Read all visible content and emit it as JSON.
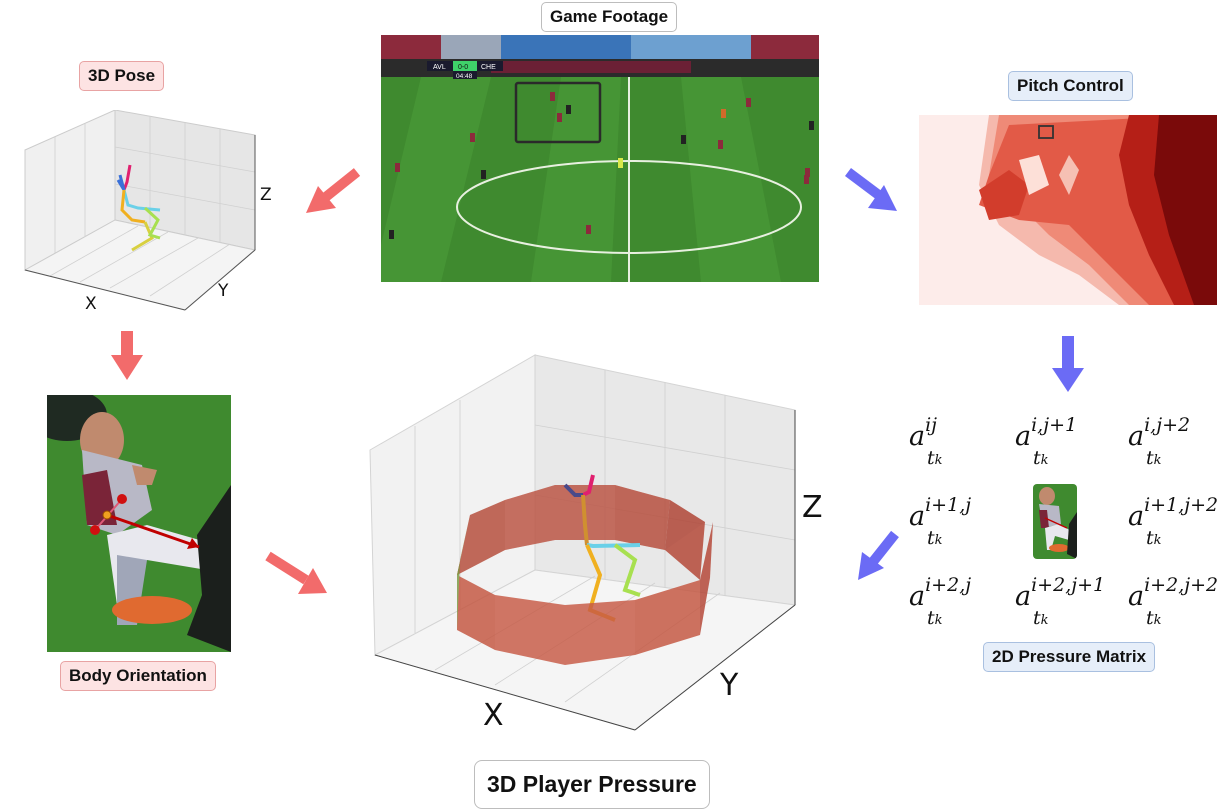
{
  "labels": {
    "game_footage": "Game Footage",
    "pose_3d": "3D Pose",
    "pitch_control": "Pitch Control",
    "body_orientation": "Body Orientation",
    "pressure_matrix": "2D Pressure Matrix",
    "player_pressure": "3D Player Pressure"
  },
  "scoreboard": {
    "home": "AVL",
    "score": "0-0",
    "away": "CHE",
    "clock": "04:48"
  },
  "pose_axes": {
    "x": "X",
    "y": "Y",
    "z": "Z"
  },
  "pressure_axes": {
    "x": "X",
    "y": "Y",
    "z": "Z"
  },
  "matrix": {
    "base": "a",
    "subscript": "t",
    "subscript_index": "k",
    "cells": [
      {
        "sup": "ij"
      },
      {
        "sup": "i,j+1"
      },
      {
        "sup": "i,j+2"
      },
      {
        "sup": "i+1,j"
      },
      {
        "sup": ""
      },
      {
        "sup": "i+1,j+2"
      },
      {
        "sup": "i+2,j"
      },
      {
        "sup": "i+2,j+1"
      },
      {
        "sup": "i+2,j+2"
      }
    ]
  },
  "colors": {
    "red_arrow": "#f26b6b",
    "blue_arrow": "#6b6bf5",
    "pitch_dark": "#7a0a0a",
    "pitch_light": "#fdecea",
    "pressure_fill": "#b83a2e",
    "grass": "#3f8a2f"
  }
}
